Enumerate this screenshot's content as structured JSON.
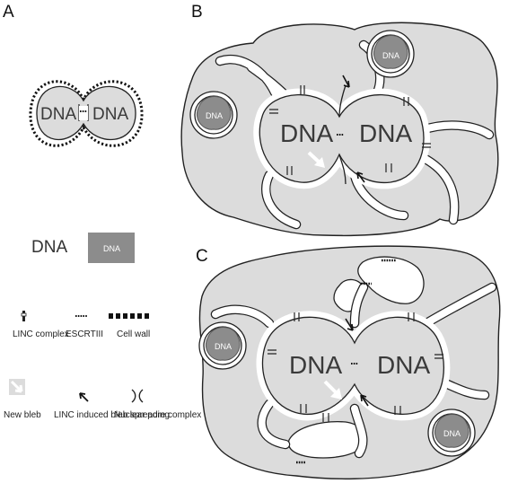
{
  "panels": {
    "a": "A",
    "b": "B",
    "c": "C"
  },
  "dna_label": "DNA",
  "legend": {
    "dna_text": "DNA",
    "dna_swatch_text": "DNA",
    "linc": "LINC complex",
    "escrt": "ESCRTIII",
    "cell_wall": "Cell wall",
    "new_bleb": "New bleb",
    "linc_spreading": "LINC induced bleb spreading",
    "nuclear_pore": "Nuclear pore complex"
  },
  "colors": {
    "cytoplasm": "#dcdcdc",
    "organelle_dna": "#8c8c8c",
    "outline": "#222222"
  }
}
